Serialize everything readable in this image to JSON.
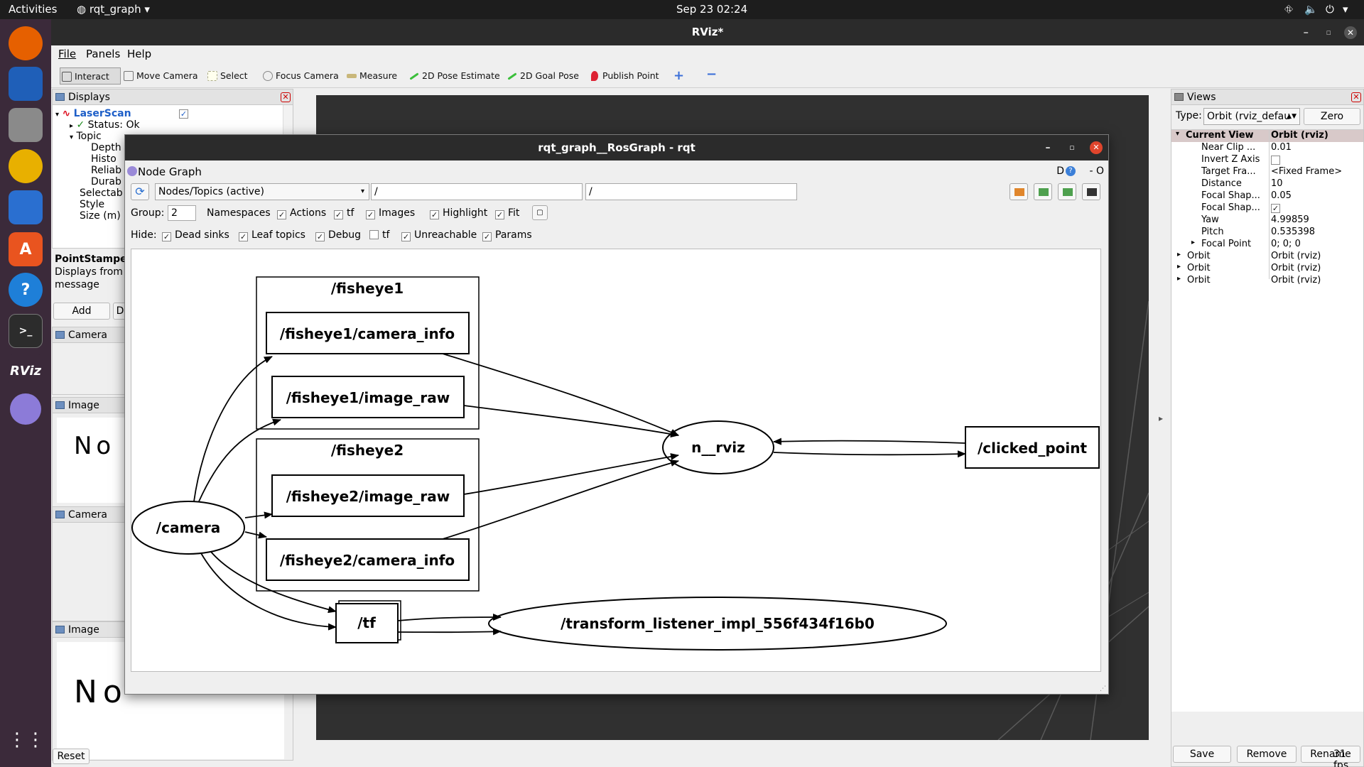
{
  "topbar": {
    "activities": "Activities",
    "app": "rqt_graph",
    "datetime": "Sep 23  02:24"
  },
  "dock": [
    {
      "name": "firefox-icon",
      "glyph": "",
      "color": "#e66000"
    },
    {
      "name": "thunderbird-icon",
      "glyph": "",
      "color": "#1f5fb8"
    },
    {
      "name": "files-icon",
      "glyph": "",
      "color": "#8a8a8a"
    },
    {
      "name": "rhythmbox-icon",
      "glyph": "",
      "color": "#e8b000"
    },
    {
      "name": "writer-icon",
      "glyph": "",
      "color": "#2a6fd0"
    },
    {
      "name": "app-center-icon",
      "glyph": "A",
      "color": "#e9541f"
    },
    {
      "name": "help-icon",
      "glyph": "?",
      "color": "#1e7fd8"
    },
    {
      "name": "terminal-icon",
      "glyph": ">_",
      "color": "#2c2c2c"
    },
    {
      "name": "rviz-icon",
      "glyph": "RViz",
      "color": "#3b2a3a"
    },
    {
      "name": "rqt-icon",
      "glyph": "",
      "color": "#8c7bd8"
    }
  ],
  "rviz": {
    "title": "RViz*",
    "menu": [
      "File",
      "Panels",
      "Help"
    ],
    "tools": [
      "Interact",
      "Move Camera",
      "Select",
      "Focus Camera",
      "Measure",
      "2D Pose Estimate",
      "2D Goal Pose",
      "Publish Point"
    ],
    "displays": {
      "title": "Displays",
      "laserscan": "LaserScan",
      "status": "Status: Ok",
      "topic": "Topic",
      "depth": "Depth",
      "history": "Histo",
      "reliability": "Reliab",
      "durability": "Durab",
      "selectable": "Selectab",
      "style": "Style",
      "size": "Size (m)"
    },
    "desc": {
      "title": "PointStamped",
      "line1": "Displays from",
      "line2": "message"
    },
    "add_button": "Add",
    "partial_button": "D",
    "panels": [
      "Camera",
      "Image",
      "Camera",
      "Image"
    ],
    "image_text_small": "No",
    "image_text_large": "No",
    "reset": "Reset",
    "fps": "31 fps",
    "views": {
      "title": "Views",
      "type_label": "Type:",
      "type_value": "Orbit (rviz_defau",
      "zero": "Zero",
      "header_key": "Current View",
      "header_val": "Orbit (rviz)",
      "rows": [
        {
          "k": "Near Clip ...",
          "v": "0.01"
        },
        {
          "k": "Invert Z Axis",
          "v": ""
        },
        {
          "k": "Target Fra...",
          "v": "<Fixed Frame>"
        },
        {
          "k": "Distance",
          "v": "10"
        },
        {
          "k": "Focal Shap...",
          "v": "0.05"
        },
        {
          "k": "Focal Shap...",
          "v": ""
        },
        {
          "k": "Yaw",
          "v": "4.99859"
        },
        {
          "k": "Pitch",
          "v": "0.535398"
        },
        {
          "k": "Focal Point",
          "v": "0; 0; 0"
        }
      ],
      "saved": [
        {
          "k": "Orbit",
          "v": "Orbit (rviz)"
        },
        {
          "k": "Orbit",
          "v": "Orbit (rviz)"
        },
        {
          "k": "Orbit",
          "v": "Orbit (rviz)"
        }
      ],
      "save": "Save",
      "remove": "Remove",
      "rename": "Rename"
    }
  },
  "rqt": {
    "title": "rqt_graph__RosGraph - rqt",
    "plugin": "Node Graph",
    "plugin_controls": "D",
    "plugin_controls_right": "- O",
    "mode": "Nodes/Topics (active)",
    "filter1": "/",
    "filter2": "/",
    "group_label": "Group:",
    "group_value": "2",
    "options": [
      "Namespaces",
      "Actions",
      "tf",
      "Images",
      "Highlight",
      "Fit"
    ],
    "hide_label": "Hide:",
    "hide": [
      "Dead sinks",
      "Leaf topics",
      "Debug",
      "tf",
      "Unreachable",
      "Params"
    ],
    "graph": {
      "fisheye1": "/fisheye1",
      "fisheye1_info": "/fisheye1/camera_info",
      "fisheye1_raw": "/fisheye1/image_raw",
      "fisheye2": "/fisheye2",
      "fisheye2_raw": "/fisheye2/image_raw",
      "fisheye2_info": "/fisheye2/camera_info",
      "camera": "/camera",
      "tf": "/tf",
      "rviz": "n__rviz",
      "clicked": "/clicked_point",
      "listener": "/transform_listener_impl_556f434f16b0"
    }
  }
}
